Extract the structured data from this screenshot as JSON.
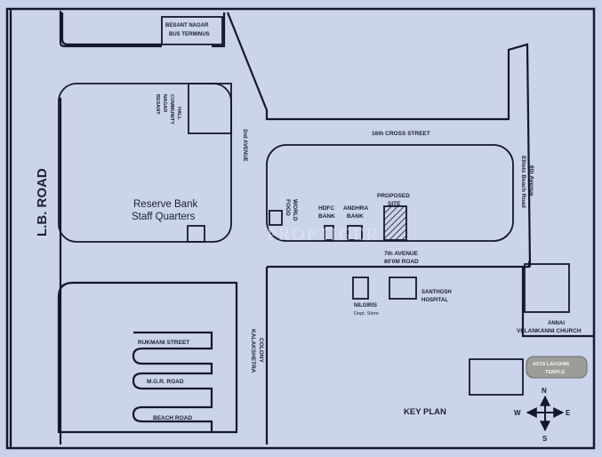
{
  "map": {
    "roads": {
      "lb_road": "L.B. ROAD",
      "second_avenue": "2nd AVENUE",
      "sixteenth_cross": "16th CROSS STREET",
      "elliots_beach_1": "Elliots Beach Road",
      "elliots_beach_2": "6th Avenue",
      "seventh_avenue_1": "7th AVENUE",
      "seventh_avenue_2": "80'0M ROAD",
      "rukmani": "RUKMANI STREET",
      "mgr": "M.G.R. ROAD",
      "beach": "BEACH ROAD",
      "kalakshetra_1": "KALAKSHETRA",
      "kalakshetra_2": "COLONY"
    },
    "landmarks": {
      "bus_terminus_1": "BESANT NAGAR",
      "bus_terminus_2": "BUS TERMINUS",
      "community_hall_1": "BESANT",
      "community_hall_2": "NAGAR",
      "community_hall_3": "COMMUNITY",
      "community_hall_4": "HALL",
      "rbi_1": "Reserve Bank",
      "rbi_2": "Staff Quarters",
      "food_world_1": "FOOD",
      "food_world_2": "WORLD",
      "hdfc_1": "HDFC",
      "hdfc_2": "BANK",
      "andhra_1": "ANDHRA",
      "andhra_2": "BANK",
      "proposed_1": "PROPOSED",
      "proposed_2": "SITE",
      "nilgiris_1": "NILGIRIS",
      "nilgiris_2": "Dept. Store",
      "santhosh_1": "SANTHOSH",
      "santhosh_2": "HOSPITAL",
      "church_1": "ANNAI",
      "church_2": "VELANKANNI CHURCH",
      "temple_1": "ASTA LAKSHMI",
      "temple_2": "TEMPLE"
    },
    "key_plan": "KEY PLAN",
    "compass": {
      "n": "N",
      "s": "S",
      "e": "E",
      "w": "W"
    },
    "watermark": "PROPTIGER"
  },
  "colors": {
    "background": "#c9d2ea",
    "line": "#15172e",
    "temple_fill": "#9c9c98"
  }
}
